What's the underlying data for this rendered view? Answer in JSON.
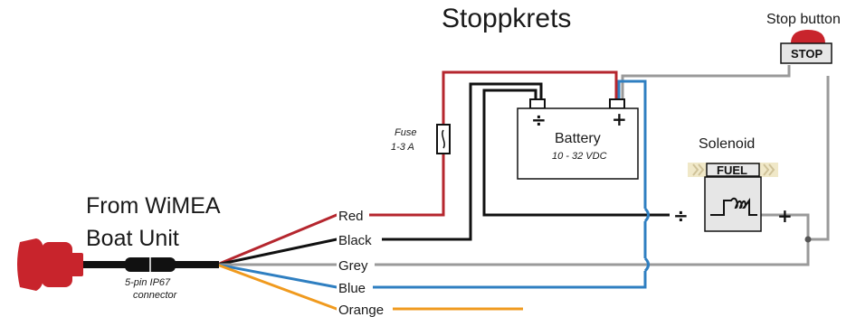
{
  "title": "Stoppkrets",
  "source": {
    "line1": "From WiMEA",
    "line2": "Boat Unit"
  },
  "connector": {
    "line1": "5-pin IP67",
    "line2": "connector"
  },
  "fuse": {
    "line1": "Fuse",
    "line2": "1-3 A"
  },
  "battery": {
    "label": "Battery",
    "voltage": "10 - 32 VDC",
    "minus": "÷",
    "plus": "+"
  },
  "solenoid": {
    "label": "Solenoid",
    "fuel": "FUEL",
    "minus": "÷",
    "plus": "+"
  },
  "stop_button": {
    "label": "Stop button",
    "text": "STOP"
  },
  "wires": [
    {
      "label": "Red",
      "color": "#b5262e"
    },
    {
      "label": "Black",
      "color": "#111111"
    },
    {
      "label": "Grey",
      "color": "#9a9a9a"
    },
    {
      "label": "Blue",
      "color": "#2f7fc1"
    },
    {
      "label": "Orange",
      "color": "#f09a1e"
    }
  ],
  "colors": {
    "plug": "#c8242c",
    "fuel_band": "#f0e8c8",
    "solenoid_body": "#e6e6e6"
  }
}
